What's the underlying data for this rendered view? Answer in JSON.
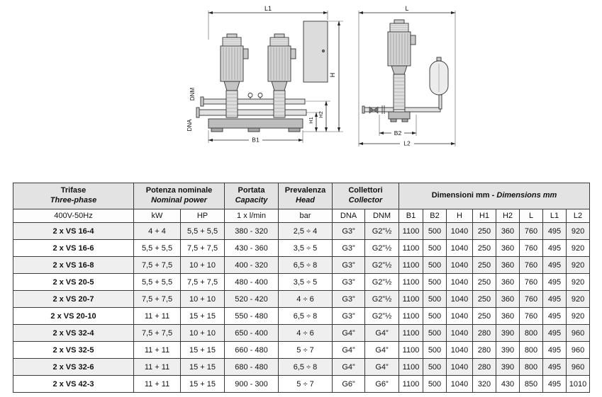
{
  "colors": {
    "header_bg": "#e3e3e3",
    "row_alt_bg": "#efefef",
    "line": "#333333"
  },
  "drawings": {
    "front": {
      "l1": "L1",
      "h": "H",
      "h1": "H1",
      "h2": "H2",
      "b1": "B1",
      "dnm": "DNM",
      "dna": "DNA"
    },
    "side": {
      "l": "L",
      "b2": "B2",
      "l2": "L2"
    }
  },
  "table": {
    "groups": {
      "model_it": "Trifase",
      "model_en": "Three-phase",
      "power_it": "Potenza nominale",
      "power_en": "Nominal power",
      "capacity_it": "Portata",
      "capacity_en": "Capacity",
      "head_it": "Prevalenza",
      "head_en": "Head",
      "collector_it": "Collettori",
      "collector_en": "Collector",
      "dims_it": "Dimensioni mm",
      "dims_sep": " - ",
      "dims_en": "Dimensions mm"
    },
    "subheader": [
      "400V-50Hz",
      "kW",
      "HP",
      "1 x l/min",
      "bar",
      "DNA",
      "DNM",
      "B1",
      "B2",
      "H",
      "H1",
      "H2",
      "L",
      "L1",
      "L2"
    ],
    "rows": [
      [
        "2 x VS 16-4",
        "4 + 4",
        "5,5 + 5,5",
        "380 - 320",
        "2,5 ÷ 4",
        "G3”",
        "G2”½",
        "1100",
        "500",
        "1040",
        "250",
        "360",
        "760",
        "495",
        "920"
      ],
      [
        "2 x VS 16-6",
        "5,5 + 5,5",
        "7,5 + 7,5",
        "430 - 360",
        "3,5 ÷ 5",
        "G3”",
        "G2”½",
        "1100",
        "500",
        "1040",
        "250",
        "360",
        "760",
        "495",
        "920"
      ],
      [
        "2 x VS 16-8",
        "7,5 + 7,5",
        "10 + 10",
        "400 - 320",
        "6,5 ÷ 8",
        "G3”",
        "G2”½",
        "1100",
        "500",
        "1040",
        "250",
        "360",
        "760",
        "495",
        "920"
      ],
      [
        "2 x VS 20-5",
        "5,5 + 5,5",
        "7,5 + 7,5",
        "480 - 400",
        "3,5 ÷ 5",
        "G3”",
        "G2”½",
        "1100",
        "500",
        "1040",
        "250",
        "360",
        "760",
        "495",
        "920"
      ],
      [
        "2 x VS 20-7",
        "7,5 + 7,5",
        "10 + 10",
        "520 - 420",
        "4 ÷ 6",
        "G3”",
        "G2”½",
        "1100",
        "500",
        "1040",
        "250",
        "360",
        "760",
        "495",
        "920"
      ],
      [
        "2 x VS 20-10",
        "11 + 11",
        "15 + 15",
        "550 - 480",
        "6,5 ÷ 8",
        "G3”",
        "G2”½",
        "1100",
        "500",
        "1040",
        "250",
        "360",
        "760",
        "495",
        "920"
      ],
      [
        "2 x VS 32-4",
        "7,5 + 7,5",
        "10 + 10",
        "650 - 400",
        "4 ÷ 6",
        "G4”",
        "G4”",
        "1100",
        "500",
        "1040",
        "280",
        "390",
        "800",
        "495",
        "960"
      ],
      [
        "2 x VS 32-5",
        "11 + 11",
        "15 + 15",
        "660 - 480",
        "5 ÷ 7",
        "G4”",
        "G4”",
        "1100",
        "500",
        "1040",
        "280",
        "390",
        "800",
        "495",
        "960"
      ],
      [
        "2 x VS 32-6",
        "11 + 11",
        "15 + 15",
        "680 - 480",
        "6,5 ÷ 8",
        "G4”",
        "G4”",
        "1100",
        "500",
        "1040",
        "280",
        "390",
        "800",
        "495",
        "960"
      ],
      [
        "2 x VS 42-3",
        "11 + 11",
        "15 + 15",
        "900 - 300",
        "5 ÷ 7",
        "G6”",
        "G6”",
        "1100",
        "500",
        "1040",
        "320",
        "430",
        "850",
        "495",
        "1010"
      ]
    ]
  }
}
